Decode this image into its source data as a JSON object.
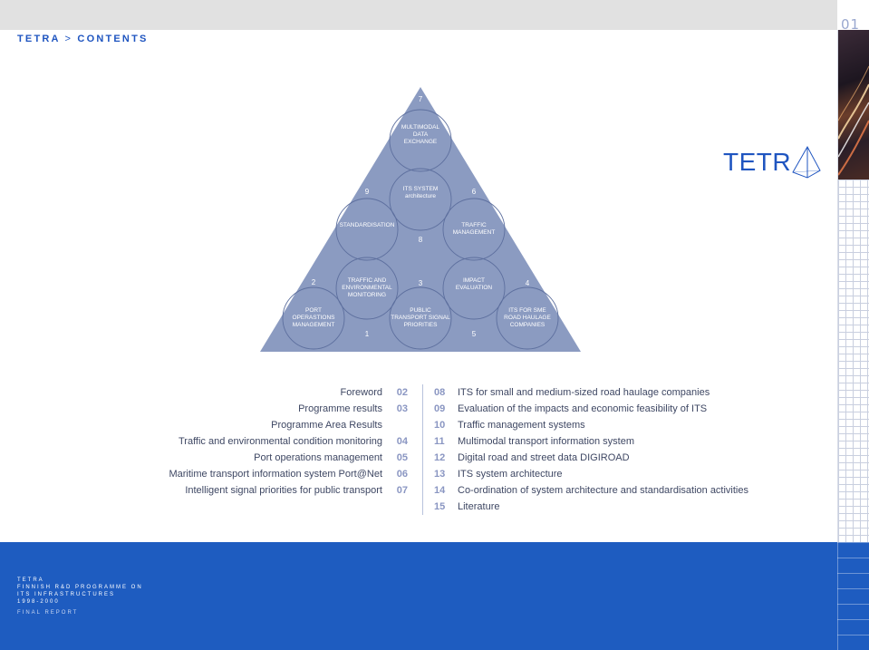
{
  "page_number": "01",
  "header": {
    "title": "TETRA",
    "separator": ">",
    "section": "CONTENTS"
  },
  "logo": {
    "text": "TETR",
    "icon": "pyramid-icon"
  },
  "diagram": {
    "nodes": {
      "n7_num": "7",
      "n7_label": [
        "MULTIMODAL",
        "DATA",
        "EXCHANGE"
      ],
      "n9_num": "9",
      "its_system_label": [
        "ITS SYSTEM",
        "architecture"
      ],
      "n6_num": "6",
      "standardisation_label": "STANDARDISATION",
      "traffic_mgmt_label": [
        "TRAFFIC",
        "MANAGEMENT"
      ],
      "n8_num": "8",
      "n2_num": "2",
      "traffic_env_label": [
        "TRAFFIC AND",
        "ENVIRONMENTAL",
        "MONITORING"
      ],
      "n3_num": "3",
      "impact_label": [
        "IMPACT",
        "EVALUATION"
      ],
      "n4_num": "4",
      "port_label": [
        "PORT",
        "OPERASTIONS",
        "MANAGEMENT"
      ],
      "public_label": [
        "PUBLIC",
        "TRANSPORT SIGNAL",
        "PRIORITIES"
      ],
      "its_sme_label": [
        "ITS FOR SME",
        "ROAD HAULAGE",
        "COMPANIES"
      ],
      "n1_num": "1",
      "n5_num": "5"
    }
  },
  "toc_left": [
    {
      "label": "Foreword",
      "page": "02"
    },
    {
      "label": "Programme results",
      "page": "03"
    },
    {
      "label": "Programme Area Results",
      "page": ""
    },
    {
      "label": "Traffic and environmental condition monitoring",
      "page": "04"
    },
    {
      "label": "Port operations management",
      "page": "05"
    },
    {
      "label": "Maritime transport information system Port@Net",
      "page": "06"
    },
    {
      "label": "Intelligent signal priorities for public transport",
      "page": "07"
    }
  ],
  "toc_right": [
    {
      "page": "08",
      "label": "ITS for small and medium-sized road haulage companies"
    },
    {
      "page": "09",
      "label": "Evaluation of the impacts and economic feasibility of ITS"
    },
    {
      "page": "10",
      "label": "Traffic management systems"
    },
    {
      "page": "11",
      "label": "Multimodal transport information system"
    },
    {
      "page": "12",
      "label": "Digital road and street data DIGIROAD"
    },
    {
      "page": "13",
      "label": "ITS system architecture"
    },
    {
      "page": "14",
      "label": "Co-ordination of system architecture and standardisation activities"
    },
    {
      "page": "15",
      "label": "Literature"
    }
  ],
  "footer": {
    "lines": [
      "TETRA",
      "FINNISH R&D PROGRAMME ON",
      "ITS INFRASTRUCTURES",
      "1998-2000"
    ],
    "report": "FINAL REPORT"
  },
  "colors": {
    "brand_blue": "#1e5cc0",
    "pyramid": "#8b9bc1",
    "page_num": "#8a96c2"
  }
}
